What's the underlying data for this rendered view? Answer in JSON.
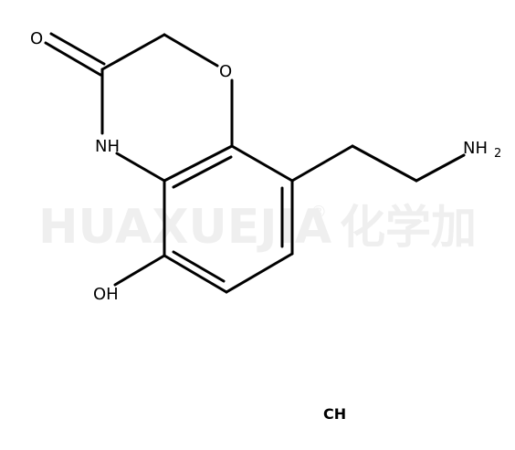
{
  "watermark": {
    "latin": "HUAXUEJIA",
    "registered": "®",
    "cjk": "化学加"
  },
  "atoms": {
    "carbonyl_oxygen": "O",
    "ring_oxygen": "O",
    "nh": "NH",
    "amine": "NH",
    "amine_subscript": "2",
    "hydroxyl": "OH"
  },
  "salt": "CH"
}
